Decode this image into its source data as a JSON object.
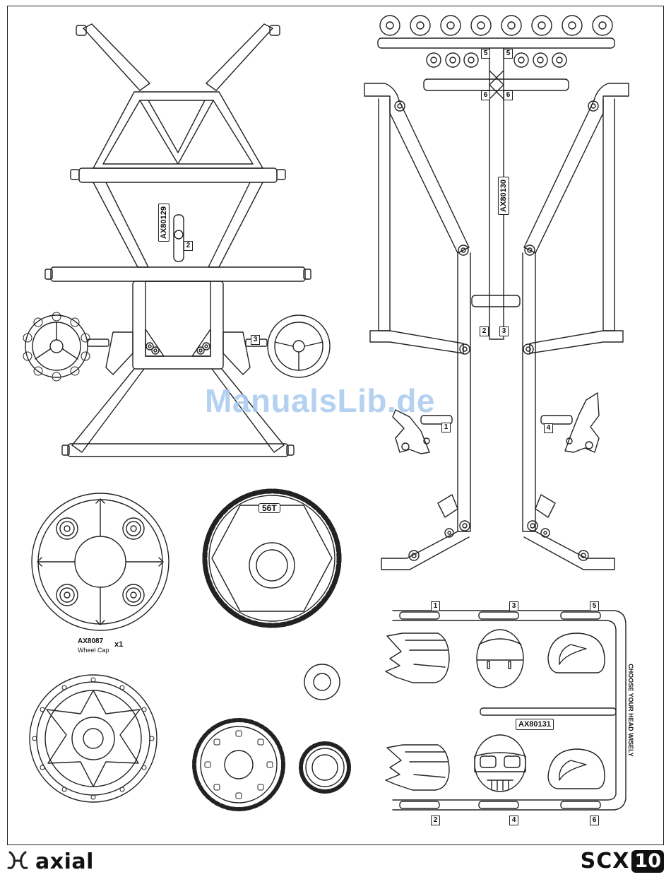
{
  "parts": {
    "frame_tree_left": {
      "part_no": "AX80129",
      "nums": [
        "2",
        "3"
      ]
    },
    "frame_tree_right": {
      "part_no": "AX80130",
      "nums": [
        "5",
        "5",
        "6",
        "6",
        "2",
        "3",
        "1",
        "4"
      ]
    },
    "wheel_cap": {
      "part_no": "AX8087",
      "name": "Wheel Cap",
      "qty": "x1"
    },
    "spur_gear": {
      "teeth": "56T"
    },
    "head_tree": {
      "part_no": "AX80131",
      "caption": "CHOOSE YOUR HEAD WISELY",
      "nums_top": [
        "1",
        "3",
        "5"
      ],
      "nums_bottom": [
        "2",
        "4",
        "6"
      ]
    }
  },
  "watermark": "ManualsLib.de",
  "footer": {
    "brand": "axial",
    "model": "SCX",
    "model_suffix": "10"
  },
  "icons": [
    "axial-logo-icon"
  ]
}
